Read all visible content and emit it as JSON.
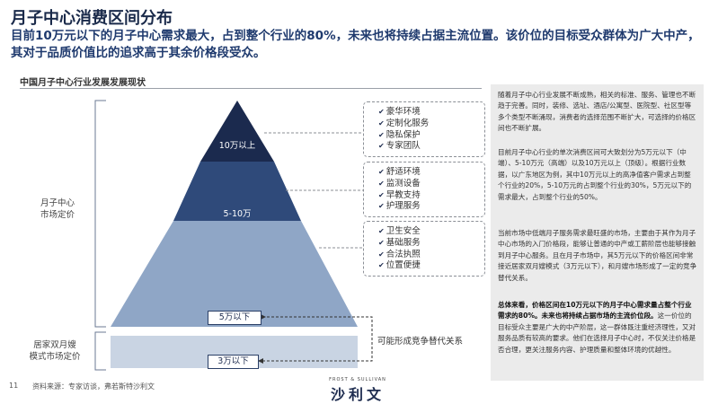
{
  "header": {
    "title": "月子中心消费区间分布",
    "subtitle": "目前10万元以下的月子中心需求最大，占到整个行业的80%，未来也将持续占据主流位置。该价位的目标受众群体为广大中产，其对于品质价值比的追求高于其余价格段受众。"
  },
  "section": {
    "title": "中国月子中心行业发展发展现状"
  },
  "side_labels": {
    "market": "月子中心\n市场定价",
    "home": "居家双月嫂\n模式市场定价"
  },
  "tiers": [
    {
      "label": "10万以上",
      "features": [
        "豪华环境",
        "定制化服务",
        "隐私保护",
        "专家团队"
      ]
    },
    {
      "label": "5-10万",
      "features": [
        "舒适环境",
        "监测设备",
        "早教支持",
        "护理服务"
      ]
    },
    {
      "label": "5万以下",
      "features": [
        "卫生安全",
        "基础服务",
        "合法执照",
        "位置便捷"
      ]
    }
  ],
  "home_tier": {
    "label": "3万以下"
  },
  "arrow_note": "可能形成竞争替代关系",
  "colors": {
    "top": "#1b2a4e",
    "middle": "#2f4a7a",
    "bottom": "#8fa6c6",
    "band": "#c9d4e3"
  },
  "right_panel": {
    "p1": "随着月子中心行业发展不断成熟，相关的标准、服务、管理也不断趋于完善。同时，装修、选址、酒店/公寓型、医院型、社区型等多个类型不断涌现，消费者的选择范围不断扩大，可选择的价格区间也不断扩展。",
    "p2": "目前月子中心行业的单次消费区间可大致划分为5万元以下（中端）、5-10万元（高端）以及10万元以上（顶级）。根据行业数据，以广东地区为例，其中10万元以上的高净值客户需求占到整个行业的20%，5-10万元的占到整个行业的30%，5万元以下的需求最大，占到整个行业的50%。",
    "p3": "当前市场中低端月子服务需求最旺盛的市场，主要由于其作为月子中心市场的入门价格段，能够让普通的中产或工薪阶层也能够接触到月子中心服务。且在月子市场中，其5万元以下的价格区间非常接近居家双月嫂模式（3万元以下），和月嫂市场形成了一定的竞争替代关系。",
    "p4_bold": "总体来看，价格区间在10万元以下的月子中心需求量占整个行业需求的80%。未来也将持续占据市场的主流价位段。",
    "p4_rest": "这一价位的目标受众主要是广大的中产阶层，这一群体既注重经济理性，又对服务品质有较高的要求。他们在选择月子中心时，不仅关注价格是否合理，更关注服务内容、护理质量和整体环境的优越性。"
  },
  "footer": {
    "page_number": "11",
    "source": "资料来源：专家访谈，弗若斯特沙利文",
    "brand_en": "FROST & SULLIVAN",
    "brand_cn": "沙利文"
  }
}
